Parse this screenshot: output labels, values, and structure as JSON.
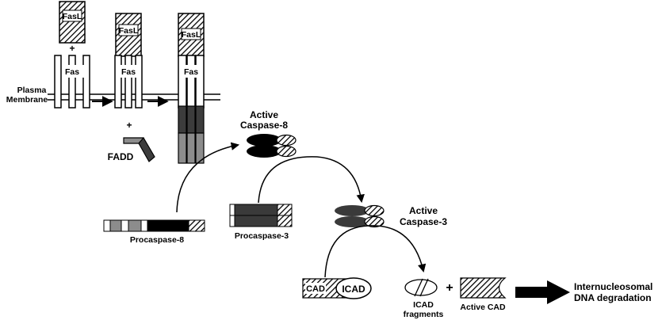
{
  "labels": {
    "fasl": "FasL",
    "fas": "Fas",
    "plus": "+",
    "plasma_membrane_line1": "Plasma",
    "plasma_membrane_line2": "Membrane",
    "fadd": "FADD",
    "active_caspase8_line1": "Active",
    "active_caspase8_line2": "Caspase-8",
    "procaspase8": "Procaspase-8",
    "procaspase3": "Procaspase-3",
    "active_caspase3_line1": "Active",
    "active_caspase3_line2": "Caspase-3",
    "cad": "CAD",
    "icad": "ICAD",
    "icad_fragments_line1": "ICAD",
    "icad_fragments_line2": "fragments",
    "active_cad": "Active CAD",
    "dna_line1": "Internucleosomal",
    "dna_line2": "DNA degradation"
  },
  "colors": {
    "caspase8_body": "#000000",
    "caspase3_body": "#3a3a3a",
    "death_domain": "#8c8c8c",
    "death_effector_domain": "#3c3c3c",
    "outline": "#000000"
  }
}
